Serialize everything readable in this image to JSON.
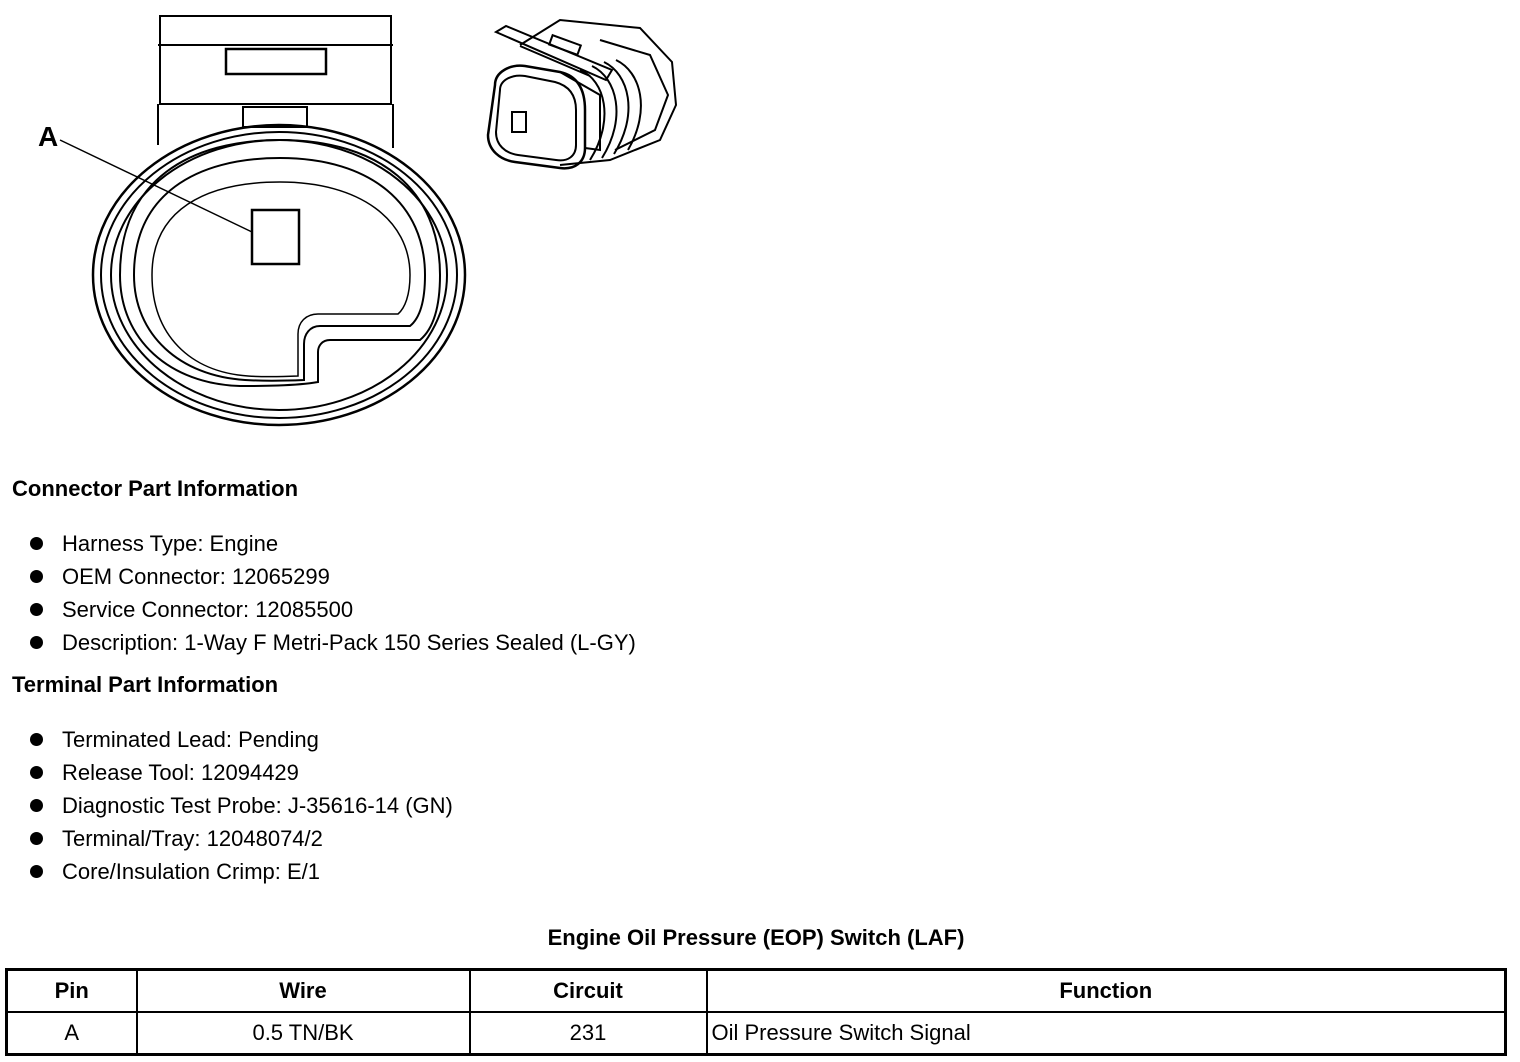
{
  "diagram": {
    "callout_label": "A"
  },
  "connector_section": {
    "title": "Connector Part Information",
    "items": [
      "Harness Type: Engine",
      "OEM Connector: 12065299",
      "Service Connector: 12085500",
      "Description: 1-Way F Metri-Pack 150 Series Sealed (L-GY)"
    ]
  },
  "terminal_section": {
    "title": "Terminal Part Information",
    "items": [
      "Terminated Lead: Pending",
      "Release Tool: 12094429",
      "Diagnostic Test Probe: J-35616-14 (GN)",
      "Terminal/Tray: 12048074/2",
      "Core/Insulation Crimp: E/1"
    ]
  },
  "pin_table": {
    "title": "Engine Oil Pressure (EOP) Switch (LAF)",
    "headers": [
      "Pin",
      "Wire",
      "Circuit",
      "Function"
    ],
    "rows": [
      [
        "A",
        "0.5 TN/BK",
        "231",
        "Oil Pressure Switch Signal"
      ]
    ]
  }
}
